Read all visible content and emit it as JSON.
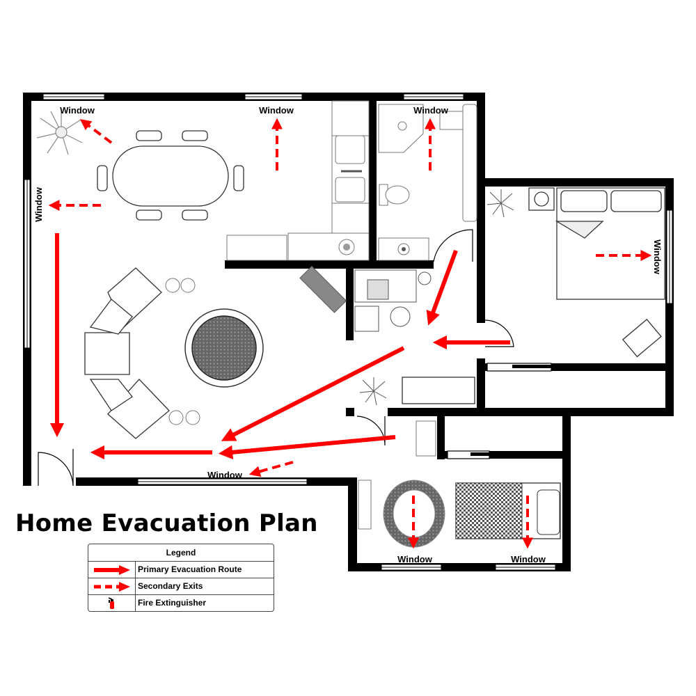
{
  "title": "Home Evacuation Plan",
  "colors": {
    "route": "#ff0000",
    "wall": "#000000",
    "rug": "#555555"
  },
  "window_labels": {
    "top_left": "Window",
    "top_middle": "Window",
    "top_bath": "Window",
    "left_wall": "Window",
    "right_bedroom": "Window",
    "bottom_living": "Window",
    "bottom_bedroom_left": "Window",
    "bottom_bedroom_right": "Window"
  },
  "legend": {
    "title": "Legend",
    "items": [
      {
        "label": "Primary Evacuation Route",
        "icon": "solid-arrow-icon"
      },
      {
        "label": "Secondary Exits",
        "icon": "dashed-arrow-icon"
      },
      {
        "label": "Fire Extinguisher",
        "icon": "fire-extinguisher-icon"
      }
    ]
  }
}
